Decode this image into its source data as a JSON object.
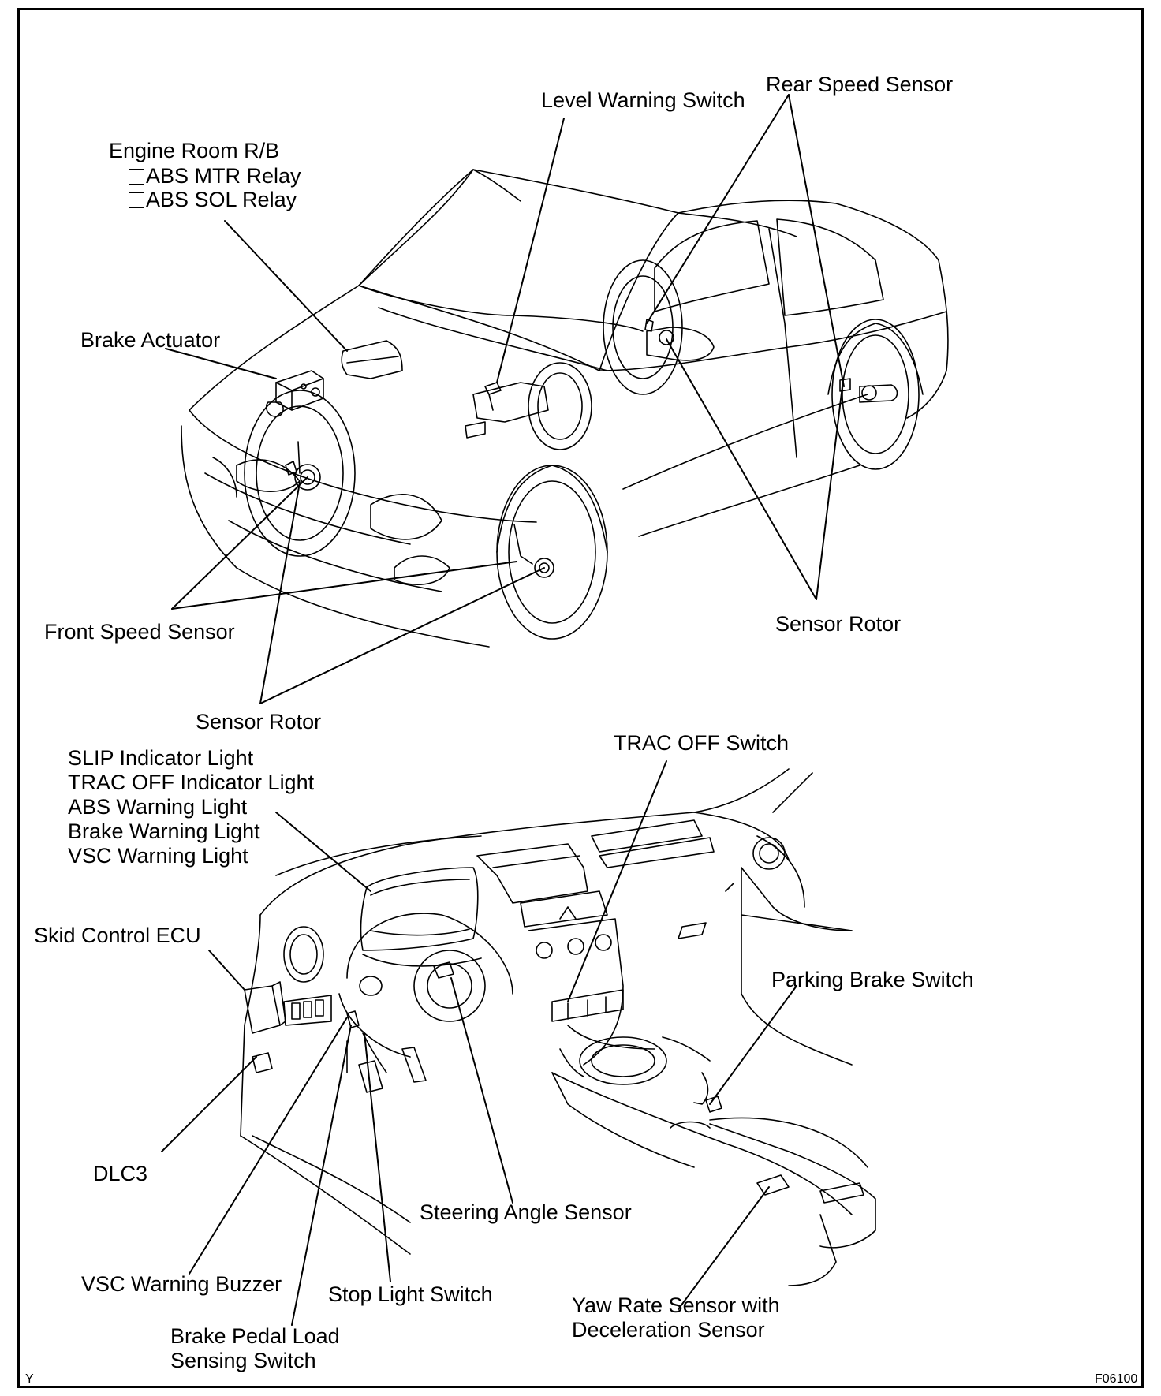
{
  "figure_id": "F06100",
  "corner_mark": "Y",
  "labels": {
    "engine_room_rb": "Engine Room R/B",
    "abs_mtr_relay": "ABS MTR Relay",
    "abs_sol_relay": "ABS SOL Relay",
    "level_warning_switch": "Level Warning Switch",
    "rear_speed_sensor": "Rear Speed Sensor",
    "brake_actuator": "Brake Actuator",
    "front_speed_sensor": "Front Speed Sensor",
    "sensor_rotor_front": "Sensor Rotor",
    "sensor_rotor_rear": "Sensor Rotor",
    "slip_indicator": "SLIP Indicator Light",
    "trac_off_indicator": "TRAC OFF Indicator Light",
    "abs_warning": "ABS Warning Light",
    "brake_warning": "Brake Warning Light",
    "vsc_warning": "VSC Warning Light",
    "trac_off_switch": "TRAC OFF Switch",
    "skid_control_ecu": "Skid Control ECU",
    "parking_brake_switch": "Parking Brake Switch",
    "dlc3": "DLC3",
    "steering_angle_sensor": "Steering Angle Sensor",
    "vsc_warning_buzzer": "VSC Warning Buzzer",
    "stop_light_switch": "Stop Light Switch",
    "brake_pedal_load_1": "Brake Pedal Load",
    "brake_pedal_load_2": "Sensing Switch",
    "yaw_rate_1": "Yaw Rate Sensor with",
    "yaw_rate_2": "Deceleration Sensor"
  }
}
